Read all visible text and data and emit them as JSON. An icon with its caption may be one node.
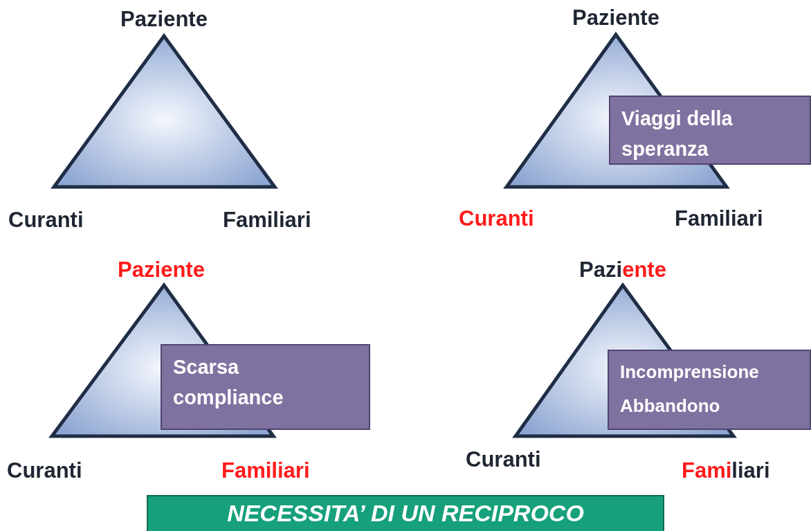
{
  "diagram": {
    "nodes": [
      {
        "text": [],
        "shape": "triangle",
        "beside": [
          "Paziente",
          "Curanti",
          "Familiari"
        ]
      },
      {
        "text": [],
        "shape": "triangle",
        "beside": [
          "Paziente",
          "Curanti",
          "Familiari"
        ]
      },
      {
        "text": [
          "Viaggi della speranza"
        ]
      },
      {
        "text": [],
        "shape": "triangle",
        "beside": [
          "Paziente",
          "Curanti",
          "Familiari"
        ]
      },
      {
        "text": [
          "Scarsa compliance"
        ]
      },
      {
        "text": [],
        "shape": "triangle",
        "beside": [
          "Paziente",
          "Curanti",
          "Familiari"
        ]
      },
      {
        "text": [
          "Incomprensione",
          "Abbandono"
        ]
      },
      {
        "text": [
          "NECESSITA’ DI UN RECIPROCO"
        ]
      }
    ],
    "edges": []
  }
}
